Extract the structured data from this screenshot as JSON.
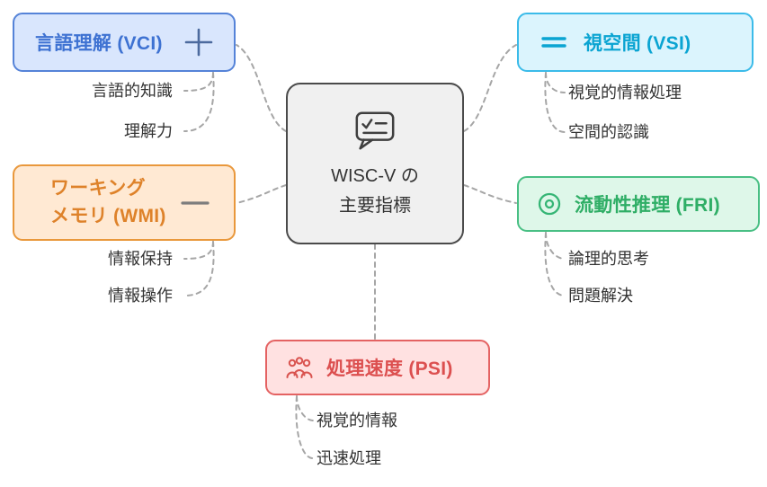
{
  "diagram_title": "WISC-V の主要指標",
  "center": {
    "line1": "WISC-V の",
    "line2": "主要指標",
    "icon": "chat-check-icon",
    "colors": {
      "fill": "#f0f0f0",
      "border": "#4a4a4a",
      "text": "#333333"
    }
  },
  "connector": {
    "style": "dashed",
    "color": "#a6a6a6"
  },
  "branches": {
    "vci": {
      "label": "言語理解 (VCI)",
      "icon": "plus-icon",
      "children": [
        "言語的知識",
        "理解力"
      ],
      "colors": {
        "fill": "#d9e6fd",
        "border": "#5583d8",
        "text": "#3e72d2"
      }
    },
    "vsi": {
      "label": "視空間 (VSI)",
      "icon": "equals-icon",
      "children": [
        "視覚的情報処理",
        "空間的認識"
      ],
      "colors": {
        "fill": "#dbf4fd",
        "border": "#3bbbe9",
        "text": "#0aa4d2"
      }
    },
    "wmi": {
      "line1": "ワーキング",
      "line2": "メモリ (WMI)",
      "icon": "minus-icon",
      "children": [
        "情報保持",
        "情報操作"
      ],
      "colors": {
        "fill": "#ffe9d3",
        "border": "#e9983c",
        "text": "#de822a"
      }
    },
    "fri": {
      "label": "流動性推理 (FRI)",
      "icon": "circle-dot-icon",
      "children": [
        "論理的思考",
        "問題解決"
      ],
      "colors": {
        "fill": "#def7e9",
        "border": "#49bf84",
        "text": "#2fae66"
      }
    },
    "psi": {
      "label": "処理速度 (PSI)",
      "icon": "people-icon",
      "children": [
        "視覚的情報",
        "迅速処理"
      ],
      "colors": {
        "fill": "#ffe1e1",
        "border": "#e46262",
        "text": "#dc4f4f"
      }
    }
  }
}
